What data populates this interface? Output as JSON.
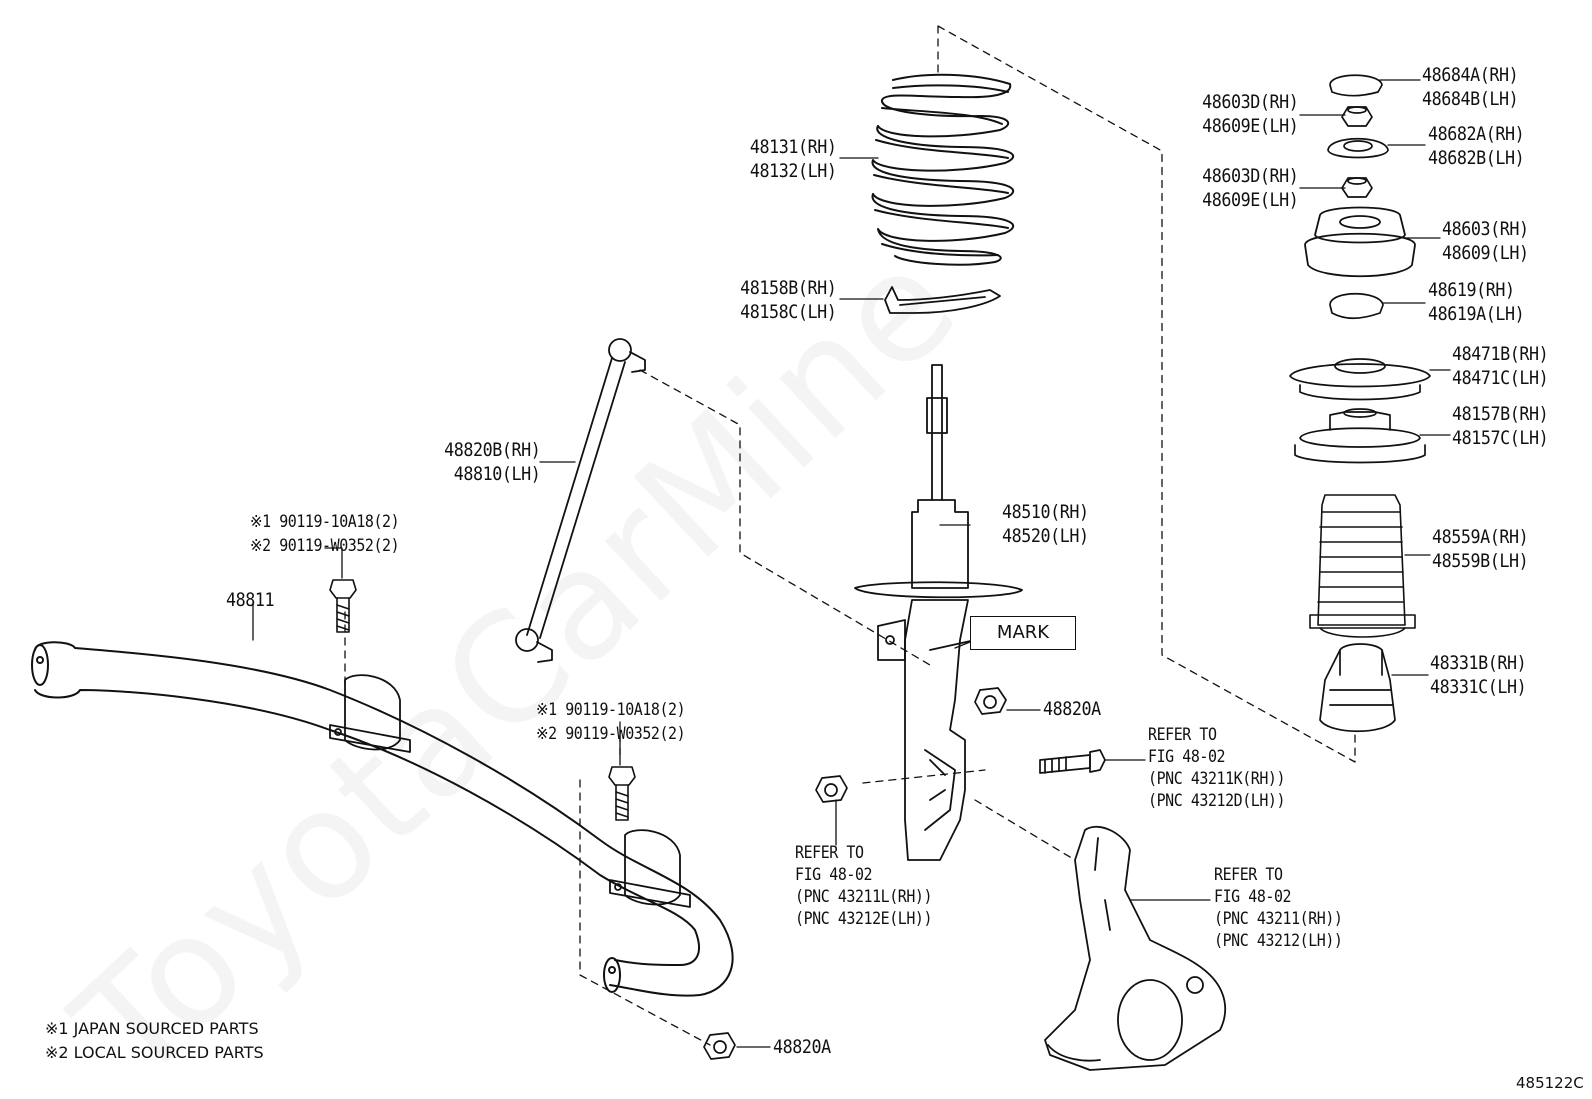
{
  "watermark": "ToyotaCarMine",
  "diagram_code": "485122C",
  "legend": {
    "note1": "※1 JAPAN SOURCED PARTS",
    "note2": "※2 LOCAL SOURCED PARTS"
  },
  "mark_label": "MARK",
  "labels": {
    "coil_spring": "48131(RH)\n48132(LH)",
    "spring_insulator_lower": "48158B(RH)\n48158C(LH)",
    "stabilizer_link": "48820B(RH)\n48810(LH)",
    "bolt_top": "※1 90119-10A18(2)\n※2 90119-W0352(2)",
    "stabilizer_bar": "48811",
    "bolt_mid": "※1 90119-10A18(2)\n※2 90119-W0352(2)",
    "shock_absorber": "48510(RH)\n48520(LH)",
    "nut_upper": "48820A",
    "nut_lower": "48820A",
    "refer_bolt": "REFER TO\nFIG 48-02\n(PNC 43211K(RH))\n(PNC 43212D(LH))",
    "refer_nut": "REFER TO\nFIG 48-02\n(PNC 43211L(RH))\n(PNC 43212E(LH))",
    "refer_knuckle": "REFER TO\nFIG 48-02\n(PNC 43211(RH))\n(PNC 43212(LH))",
    "cap": "48684A(RH)\n48684B(LH)",
    "nut_a": "48603D(RH)\n48609E(LH)",
    "retainer": "48682A(RH)\n48682B(LH)",
    "nut_b": "48603D(RH)\n48609E(LH)",
    "support": "48603(RH)\n48609(LH)",
    "collar": "48619(RH)\n48619A(LH)",
    "bearing": "48471B(RH)\n48471C(LH)",
    "insulator_upper": "48157B(RH)\n48157C(LH)",
    "boot": "48559A(RH)\n48559B(LH)",
    "bumper": "48331B(RH)\n48331C(LH)"
  }
}
